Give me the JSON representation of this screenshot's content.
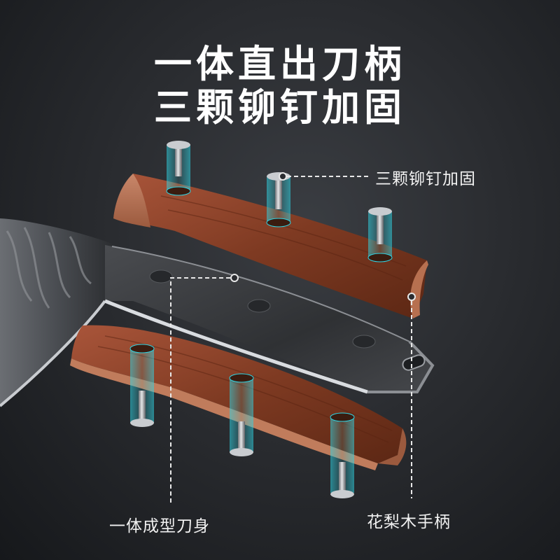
{
  "headline": {
    "line1": "一体直出刀柄",
    "line2": "三颗铆钉加固"
  },
  "callouts": {
    "rivets": "三颗铆钉加固",
    "blade": "一体成型刀身",
    "handle": "花梨木手柄"
  },
  "colors": {
    "background": "#2a2c30",
    "wood": "#8a3f24",
    "steel": "#3b3d41",
    "rivet_glow": "#2fd6e6",
    "text": "#ffffff"
  }
}
